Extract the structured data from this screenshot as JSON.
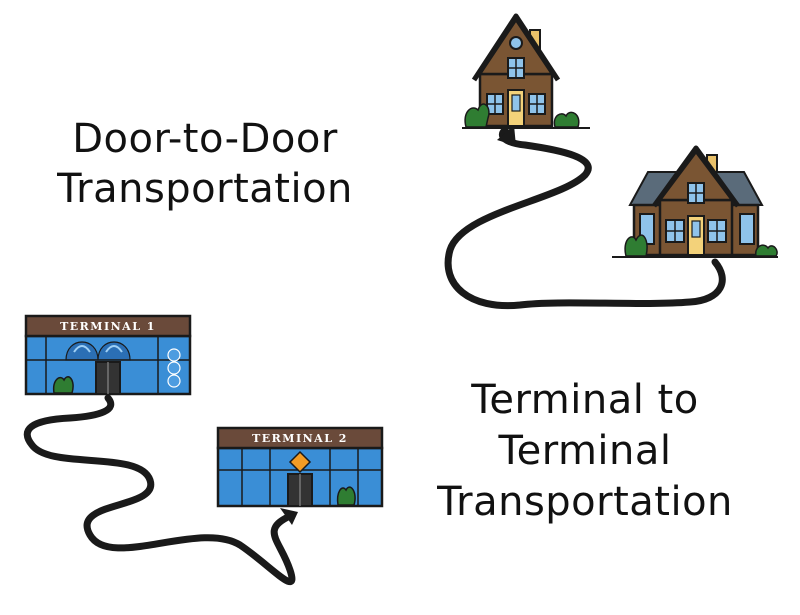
{
  "door_to_door": {
    "caption_line1": "Door-to-Door",
    "caption_line2": "Transportation"
  },
  "terminal_to_terminal": {
    "caption_line1": "Terminal to",
    "caption_line2": "Terminal",
    "caption_line3": "Transportation",
    "terminal1_label": "TERMINAL 1",
    "terminal2_label": "TERMINAL 2"
  },
  "colors": {
    "house_wall": "#7a5533",
    "roof_grey": "#5a6b7a",
    "window_blue": "#8fc3ea",
    "door_yellow": "#f3d27a",
    "shrub_green": "#2f7d32",
    "terminal_sign": "#6a4a3a",
    "terminal_wall": "#3a8ed6",
    "road": "#1a1a1a"
  }
}
